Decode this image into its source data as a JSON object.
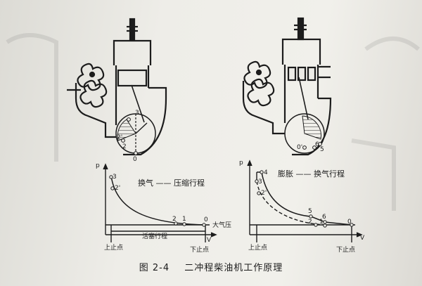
{
  "figure": {
    "number": "图 2-4",
    "title": "二冲程柴油机工作原理"
  },
  "left_diagram": {
    "axis_p": "p",
    "axis_v": "V",
    "process_label": "换气 —— 压缩行程",
    "atmosphere_label": "大气压",
    "stroke_label": "活塞行程",
    "tdc_label": "上止点",
    "bdc_label": "下止点",
    "points": [
      "3",
      "2'",
      "2",
      "1",
      "0"
    ],
    "crank_points": [
      "3",
      "2'",
      "2",
      "0"
    ]
  },
  "right_diagram": {
    "axis_p": "p",
    "axis_v": "V",
    "process_label": "膨胀 —— 换气行程",
    "tdc_label": "上止点",
    "bdc_label": "下止点",
    "points": [
      "4",
      "3",
      "2'",
      "5",
      "6",
      "2",
      "1",
      "0"
    ],
    "crank_points": [
      "0'",
      "6",
      "5"
    ]
  }
}
